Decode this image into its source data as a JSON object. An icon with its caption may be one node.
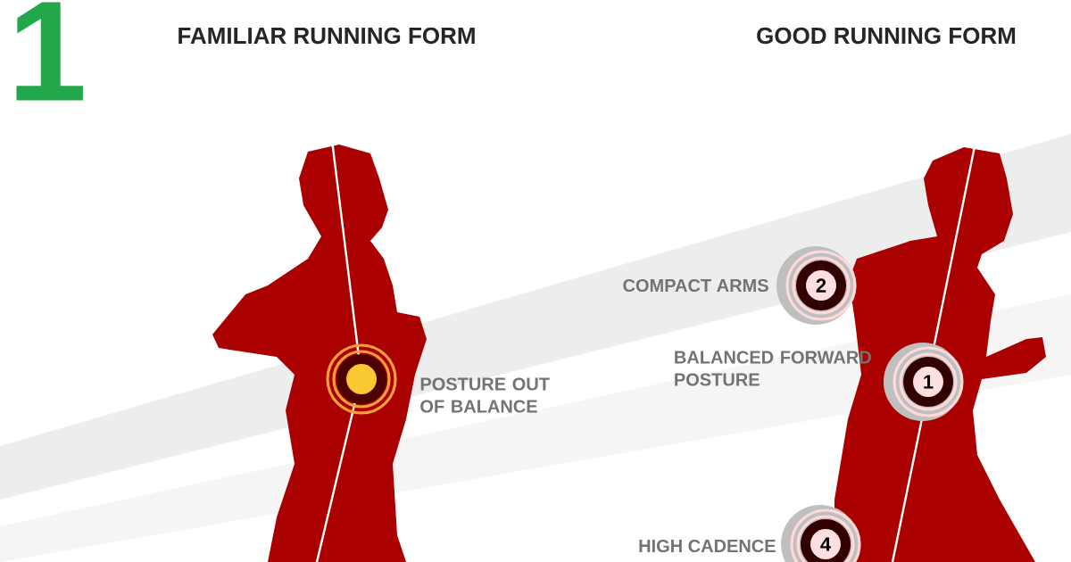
{
  "diagram": {
    "nodes": [
      {
        "text": [],
        "shape": "circle",
        "beside": [
          "POSTURE OUT OF BALANCE"
        ]
      },
      {
        "text": [
          "2"
        ],
        "beside": [
          "COMPACT ARMS"
        ]
      },
      {
        "text": [
          "1"
        ],
        "beside": [
          "BALANCED FORWARD POSTURE"
        ]
      },
      {
        "text": [
          "4"
        ],
        "beside": [
          "HIGH CADENCE"
        ]
      }
    ],
    "labels": [
      "1",
      "FAMILIAR RUNNING FORM",
      "GOOD RUNNING FORM"
    ]
  }
}
